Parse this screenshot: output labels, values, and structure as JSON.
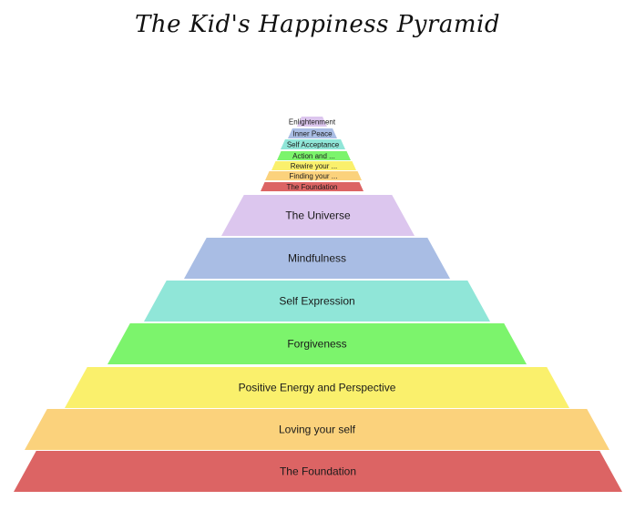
{
  "title": "The Kid's Happiness Pyramid",
  "levels": [
    {
      "label": "The Foundation",
      "color": "#dc6464"
    },
    {
      "label": "Loving your self",
      "color": "#fbd27c"
    },
    {
      "label": "Positive Energy and Perspective",
      "color": "#faf06c"
    },
    {
      "label": "Forgiveness",
      "color": "#7cf46c"
    },
    {
      "label": "Self Expression",
      "color": "#90e6d8"
    },
    {
      "label": "Mindfulness",
      "color": "#a9bde4"
    },
    {
      "label": "The Universe",
      "color": "#dcc6ee"
    }
  ],
  "small_levels": [
    {
      "label": "The Foundation",
      "color": "#dc6464"
    },
    {
      "label": "Finding your ...",
      "color": "#fbd27c"
    },
    {
      "label": "Rewire your ...",
      "color": "#faf06c"
    },
    {
      "label": "Action and ...",
      "color": "#7cf46c"
    },
    {
      "label": "Self Acceptance",
      "color": "#90e6d8"
    },
    {
      "label": "Inner Peace",
      "color": "#a9bde4"
    },
    {
      "label": "Enlightenment",
      "color": "#dcc6ee"
    }
  ]
}
